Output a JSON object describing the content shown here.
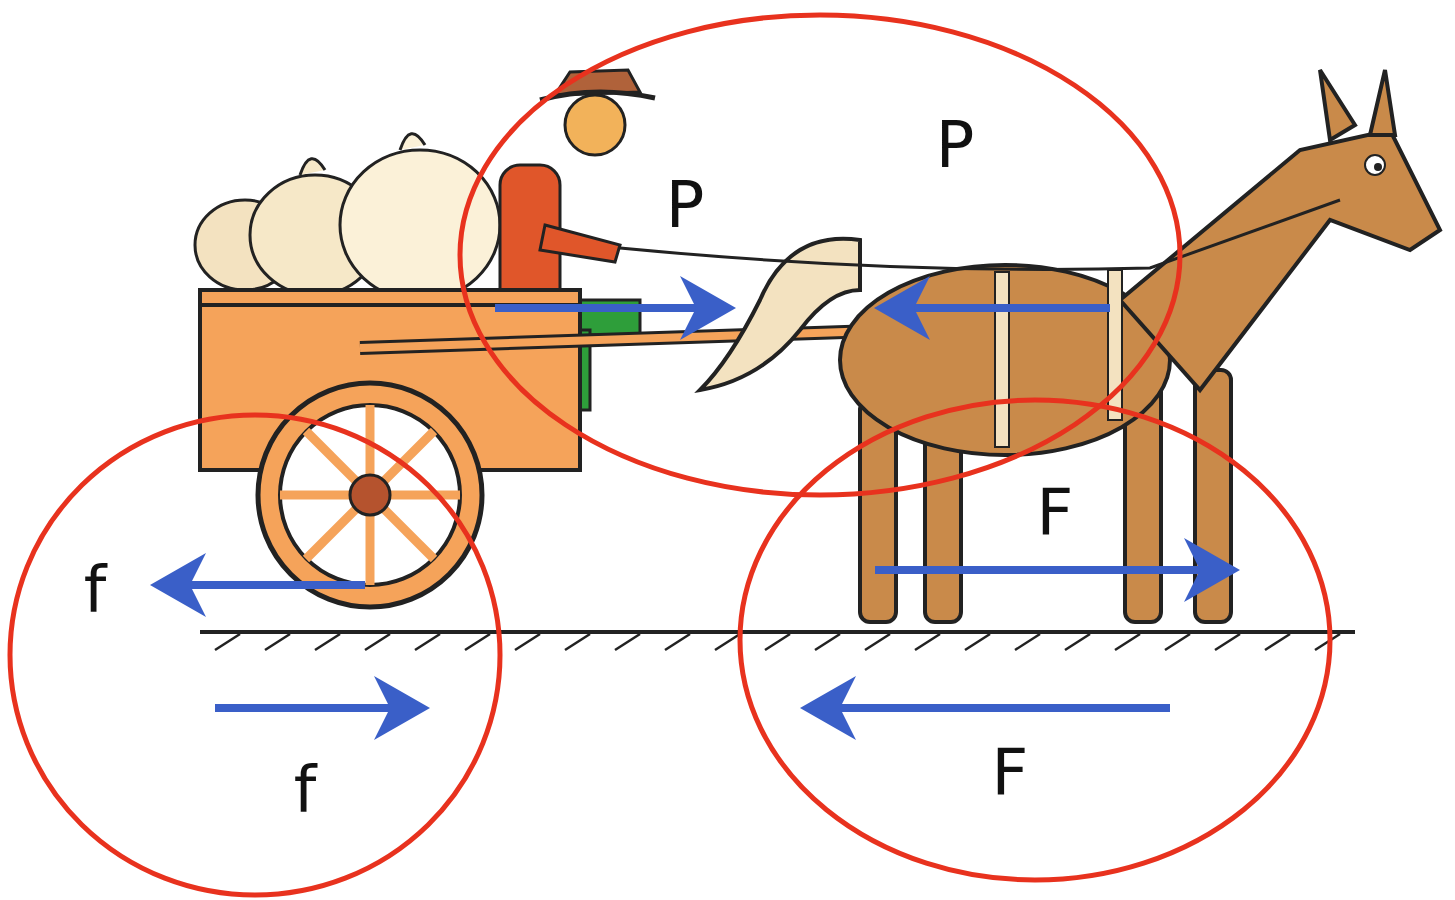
{
  "diagram": {
    "labels": [
      "P",
      "P",
      "F",
      "f",
      "f",
      "F"
    ]
  }
}
